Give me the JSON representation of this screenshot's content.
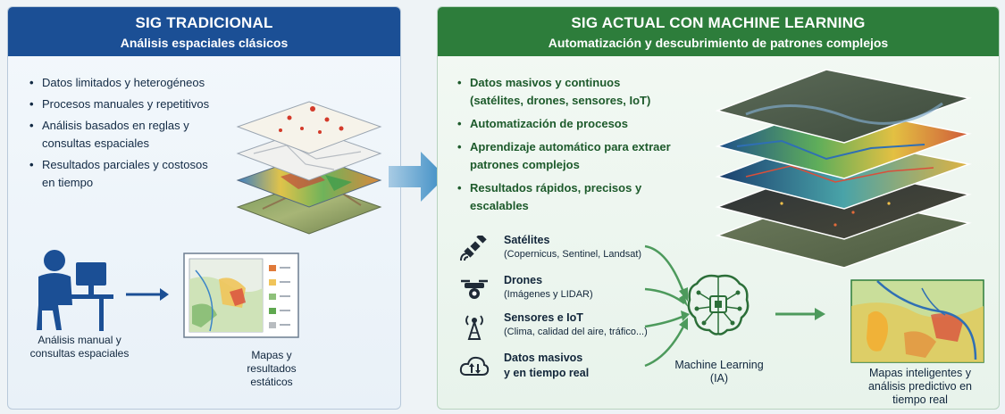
{
  "left_panel": {
    "title": "SIG TRADICIONAL",
    "subtitle": "Análisis espaciales clásicos",
    "bullets": [
      "Datos limitados y heterogéneos",
      "Procesos manuales y repetitivos",
      "Análisis basados en reglas y consultas espaciales",
      "Resultados parciales y costosos en tiempo"
    ],
    "person_caption": "Análisis manual y consultas espaciales",
    "map_caption": "Mapas y resultados estáticos"
  },
  "right_panel": {
    "title": "SIG ACTUAL CON MACHINE LEARNING",
    "subtitle": "Automatización y descubrimiento de patrones complejos",
    "bullets": [
      "Datos masivos y continuos (satélites, drones, sensores, IoT)",
      "Automatización de procesos",
      "Aprendizaje automático para extraer patrones complejos",
      "Resultados rápidos, precisos y escalables"
    ],
    "sources": [
      {
        "title": "Satélites",
        "subtitle": "(Copernicus, Sentinel, Landsat)",
        "icon": "satellite-icon"
      },
      {
        "title": "Drones",
        "subtitle": "(Imágenes y LIDAR)",
        "icon": "drone-icon"
      },
      {
        "title": "Sensores e IoT",
        "subtitle": "(Clima, calidad del aire, tráfico...)",
        "icon": "sensor-tower-icon"
      },
      {
        "title": "Datos masivos",
        "subtitle": "y en tiempo real",
        "icon": "cloud-data-icon"
      }
    ],
    "ml_caption": "Machine Learning (IA)",
    "output_caption": "Mapas inteligentes y análisis predictivo en tiempo real"
  },
  "colors": {
    "traditional_header": "#1b4f95",
    "ml_header": "#2d7d3b",
    "transition_arrow": "#3a8cc4",
    "ml_text": "#1d5a2b"
  }
}
